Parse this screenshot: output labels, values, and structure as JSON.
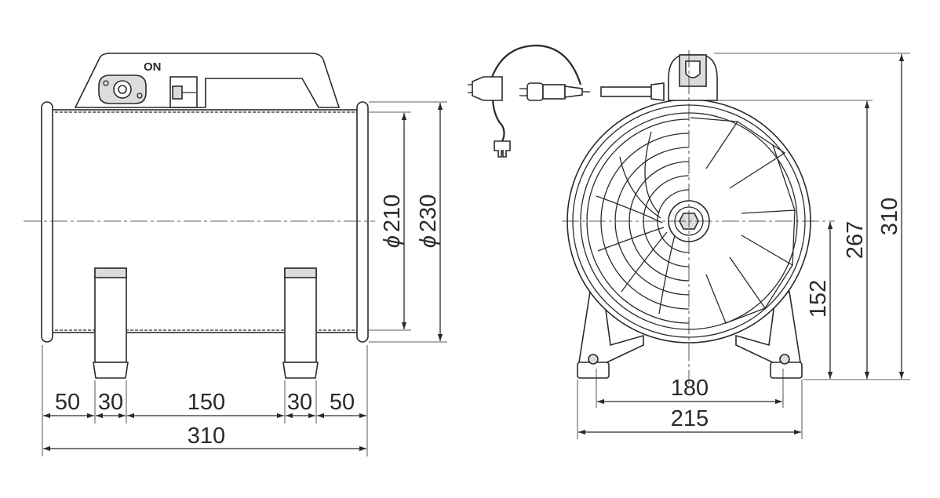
{
  "switch_label": "ON",
  "side_view": {
    "dia_inner": "210",
    "dia_outer": "230",
    "diameter_symbol": "ϕ",
    "seg_1": "50",
    "seg_2": "30",
    "seg_3": "150",
    "seg_4": "30",
    "seg_5": "50",
    "overall_length": "310"
  },
  "front_view": {
    "foot_spacing": "180",
    "base_width": "215",
    "axis_height": "152",
    "housing_height": "267",
    "total_height": "310"
  }
}
